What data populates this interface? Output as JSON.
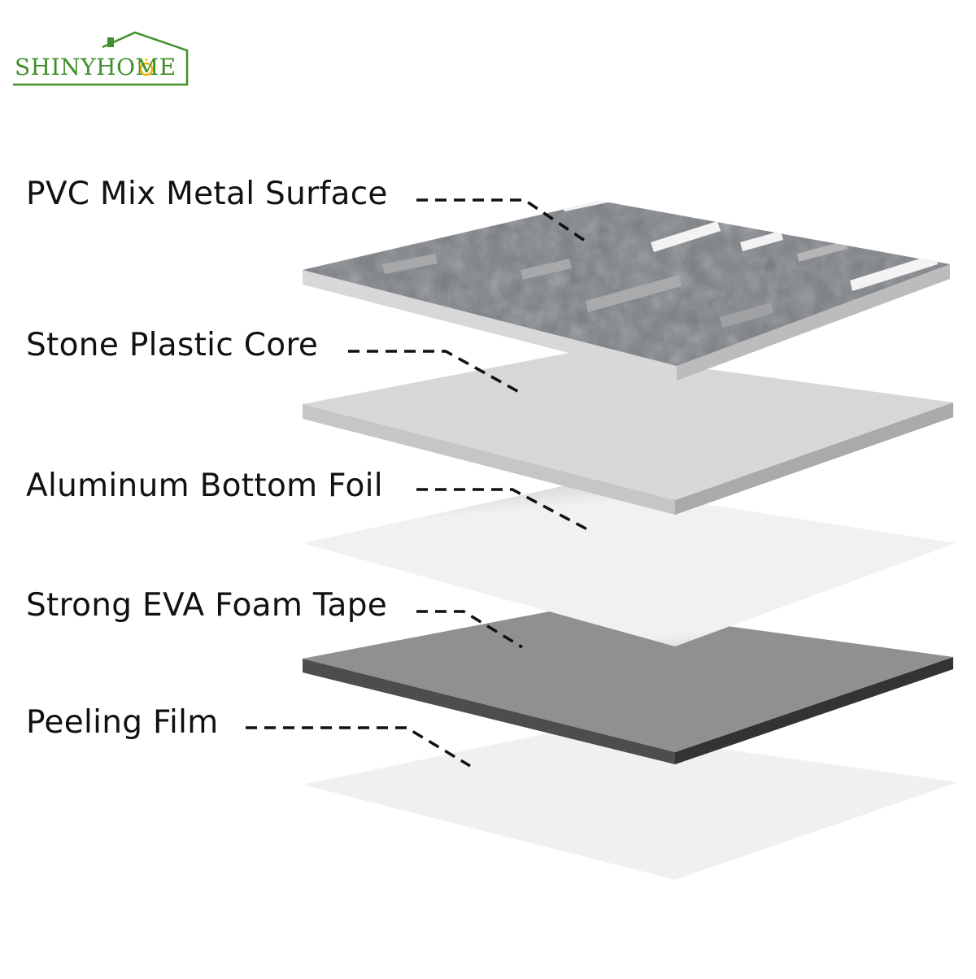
{
  "brand": {
    "name": "SHINYHOME",
    "color": "#3f8f2a",
    "accent": "#e8b400",
    "icon": "house-roof-icon"
  },
  "layers": [
    {
      "label": "PVC Mix Metal Surface",
      "color": "#7b7f84"
    },
    {
      "label": "Stone Plastic Core",
      "color": "#dadada"
    },
    {
      "label": "Aluminum Bottom Foil",
      "color": "#e9e9e9"
    },
    {
      "label": "Strong EVA Foam Tape",
      "color": "#8c8c8c"
    },
    {
      "label": "Peeling Film",
      "color": "#f2f0ef"
    }
  ]
}
